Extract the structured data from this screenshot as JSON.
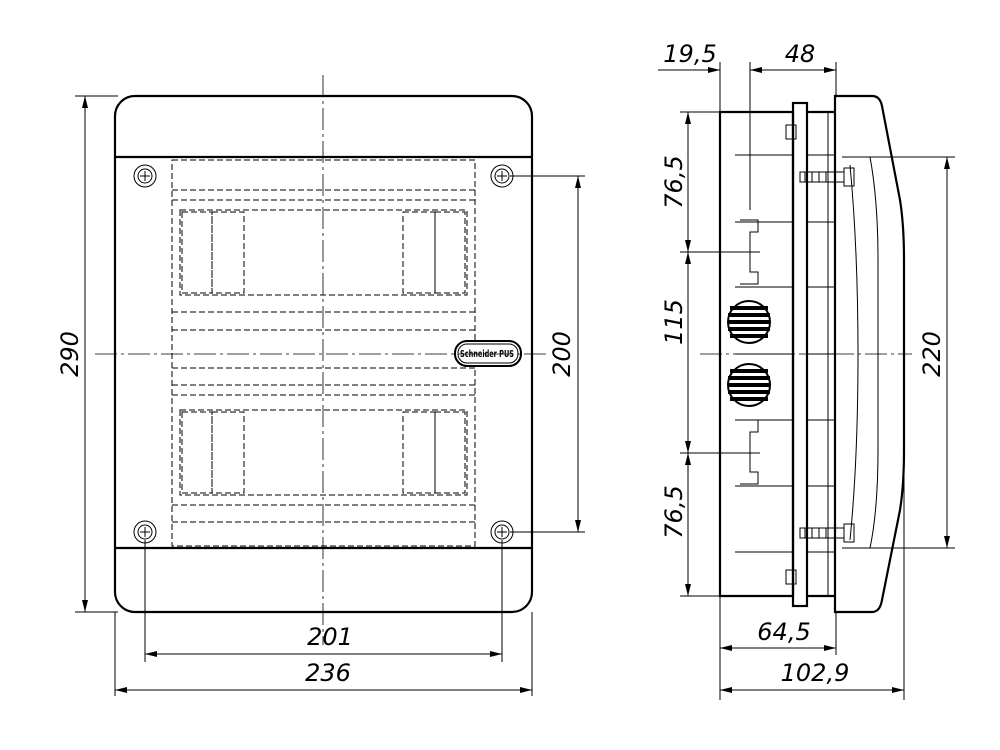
{
  "front_view": {
    "dim_height": "290",
    "dim_width_total": "236",
    "dim_width_holes": "201",
    "dim_height_holes": "200",
    "brand_label": "Schneider PUS"
  },
  "side_view": {
    "dim_top_left": "19,5",
    "dim_top_right": "48",
    "dim_segment_top": "76,5",
    "dim_segment_middle": "115",
    "dim_segment_bottom": "76,5",
    "dim_height_right": "220",
    "dim_depth_inner": "64,5",
    "dim_depth_total": "102,9"
  }
}
